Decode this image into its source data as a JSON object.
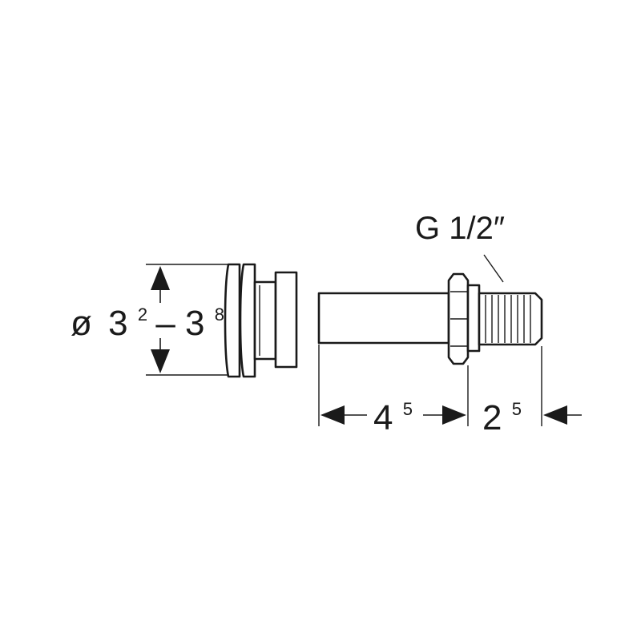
{
  "diagram": {
    "diameter": {
      "symbol": "ø",
      "min_main": "3",
      "min_sup": "2",
      "dash": "–",
      "max_main": "3",
      "max_sup": "8"
    },
    "thread": {
      "label": "G 1/2″"
    },
    "length_pipe": {
      "main": "4",
      "sup": "5"
    },
    "length_thread": {
      "main": "2",
      "sup": "5"
    }
  }
}
